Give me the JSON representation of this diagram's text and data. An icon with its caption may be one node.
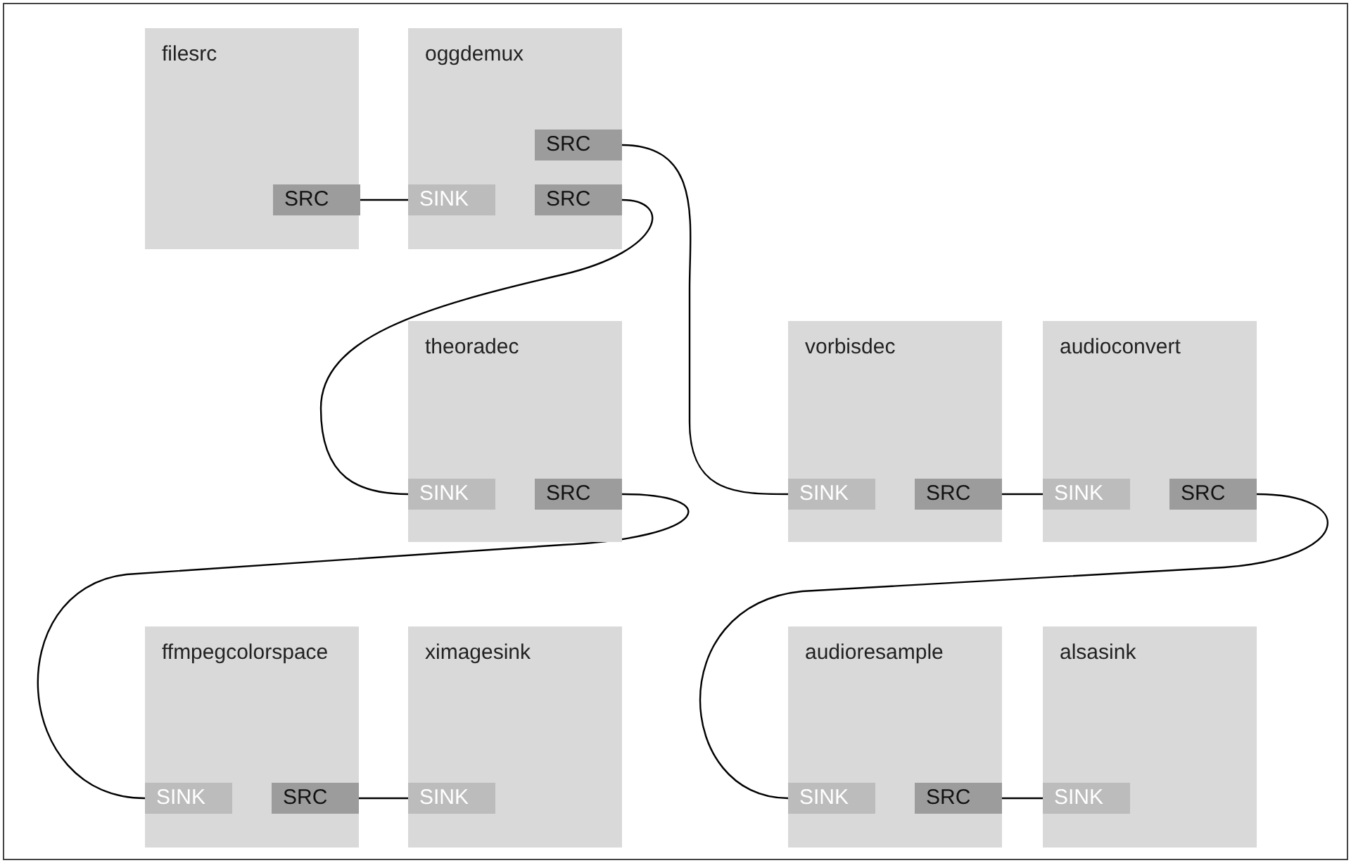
{
  "diagram": {
    "nodes": [
      {
        "text": [
          "filesrc"
        ]
      },
      {
        "text": [
          "SRC"
        ],
        "in": 0
      },
      {
        "text": [
          "oggdemux"
        ]
      },
      {
        "text": [
          "SRC"
        ],
        "in": 2
      },
      {
        "text": [
          "SINK"
        ],
        "in": 2
      },
      {
        "text": [
          "SRC"
        ],
        "in": 2
      },
      {
        "text": [
          "theoradec"
        ]
      },
      {
        "text": [
          "SINK"
        ],
        "in": 6
      },
      {
        "text": [
          "SRC"
        ],
        "in": 6
      },
      {
        "text": [
          "vorbisdec"
        ]
      },
      {
        "text": [
          "SINK"
        ],
        "in": 9
      },
      {
        "text": [
          "SRC"
        ],
        "in": 9
      },
      {
        "text": [
          "audioconvert"
        ]
      },
      {
        "text": [
          "SINK"
        ],
        "in": 12
      },
      {
        "text": [
          "SRC"
        ],
        "in": 12
      },
      {
        "text": [
          "ffmpegcolorspace"
        ]
      },
      {
        "text": [
          "SINK"
        ],
        "in": 15
      },
      {
        "text": [
          "SRC"
        ],
        "in": 15
      },
      {
        "text": [
          "ximagesink"
        ]
      },
      {
        "text": [
          "SINK"
        ],
        "in": 18
      },
      {
        "text": [
          "audioresample"
        ]
      },
      {
        "text": [
          "SINK"
        ],
        "in": 20
      },
      {
        "text": [
          "SRC"
        ],
        "in": 20
      },
      {
        "text": [
          "alsasink"
        ]
      },
      {
        "text": [
          "SINK"
        ],
        "in": 23
      }
    ],
    "edges": [
      {
        "from": 1,
        "to": 4,
        "arrow": "none"
      },
      {
        "from": 3,
        "to": 10,
        "arrow": "none"
      },
      {
        "from": 5,
        "to": 7,
        "arrow": "none"
      },
      {
        "from": 8,
        "to": 16,
        "arrow": "none"
      },
      {
        "from": 17,
        "to": 19,
        "arrow": "none"
      },
      {
        "from": 11,
        "to": 13,
        "arrow": "none"
      },
      {
        "from": 14,
        "to": 21,
        "arrow": "none"
      },
      {
        "from": 22,
        "to": 24,
        "arrow": "none"
      }
    ]
  }
}
